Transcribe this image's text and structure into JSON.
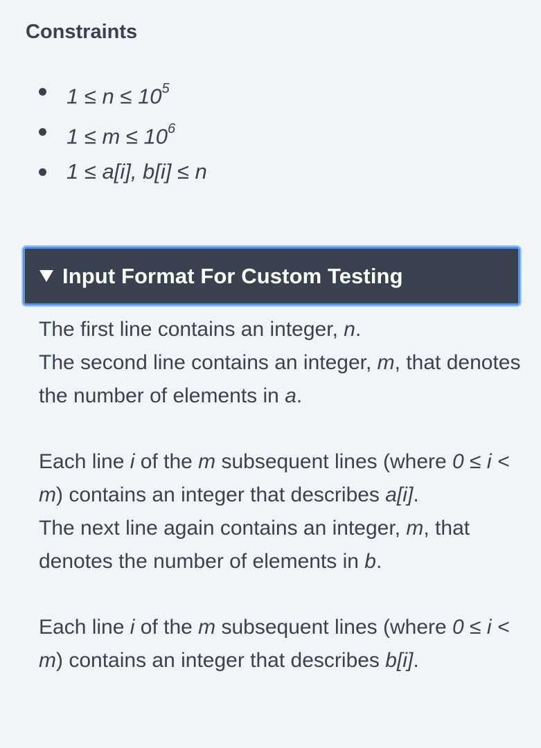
{
  "constraints": {
    "title": "Constraints",
    "items": [
      {
        "base": "1 ≤ n ≤ 10",
        "exp": "5"
      },
      {
        "base": "1 ≤ m ≤ 10",
        "exp": "6"
      },
      {
        "base": "1 ≤ a[i], b[i] ≤ n",
        "exp": ""
      }
    ]
  },
  "input_format": {
    "header": "Input Format For Custom Testing",
    "lines": {
      "l1_pre": "The first line contains an integer, ",
      "l1_var": "n",
      "l1_post": ".",
      "l2_pre": "The second line contains an integer, ",
      "l2_var": "m",
      "l2_mid": ", that denotes the number of elements in ",
      "l2_var2": "a",
      "l2_post": ".",
      "l3_pre": "Each line ",
      "l3_var_i": "i",
      "l3_of": " of the ",
      "l3_var_m": "m",
      "l3_mid": " subsequent lines (where ",
      "l3_cond": "0 ≤ i < m",
      "l3_post": ") contains an integer that describes ",
      "l3_target": "a[i]",
      "l3_end": ".",
      "l4_pre": "The next line again contains an integer, ",
      "l4_var": "m",
      "l4_mid": ", that denotes the number of elements in ",
      "l4_var2": "b",
      "l4_post": ".",
      "l5_pre": "Each line ",
      "l5_var_i": "i",
      "l5_of": " of the ",
      "l5_var_m": "m",
      "l5_mid": " subsequent lines (where ",
      "l5_cond": "0 ≤ i < m",
      "l5_post": ") contains an integer that describes ",
      "l5_target": "b[i]",
      "l5_end": "."
    }
  },
  "colors": {
    "text": "#39424e",
    "header_bg": "#39424e",
    "focus_ring": "#5b95e6",
    "background": "#f2f5f7"
  },
  "icons": {
    "accordion": "caret-down-icon",
    "list": "bullet-icon"
  }
}
